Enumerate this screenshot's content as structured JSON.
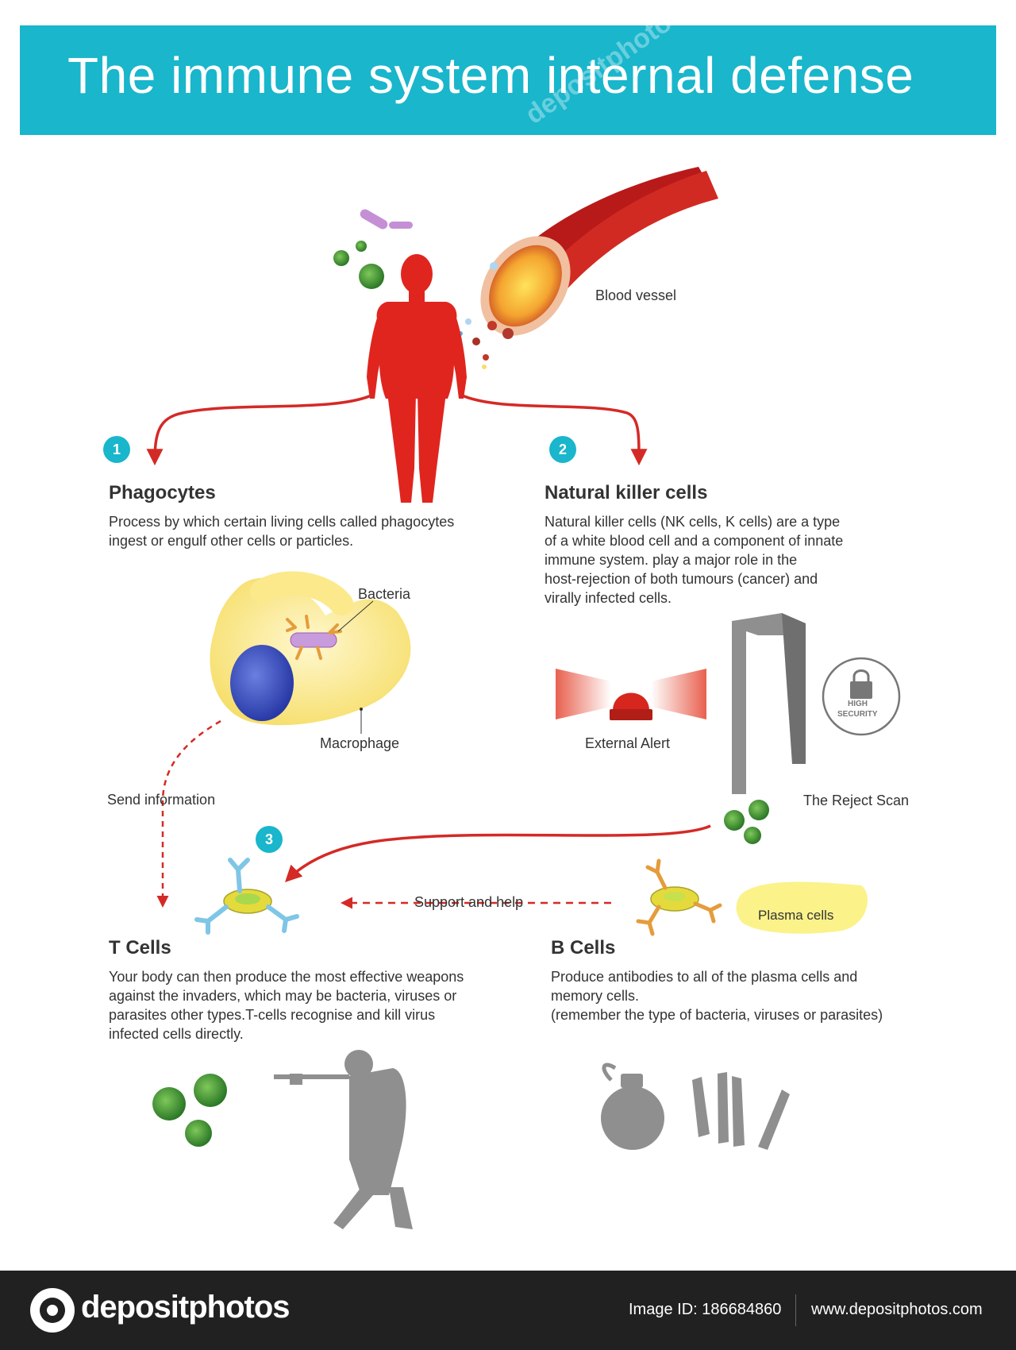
{
  "header": {
    "title": "The immune system internal defense",
    "watermark": "depositphotos"
  },
  "labels": {
    "blood_vessel": "Blood vessel",
    "bacteria": "Bacteria",
    "macrophage": "Macrophage",
    "external_alert": "External Alert",
    "reject_scan": "The Reject Scan",
    "send_information": "Send information",
    "support_help": "Support and help",
    "plasma_cells": "Plasma cells",
    "lock_text_1": "HIGH",
    "lock_text_2": "SECURITY"
  },
  "steps": [
    {
      "number": "1",
      "heading": "Phagocytes",
      "lines": [
        "Process by which certain living cells called phagocytes",
        "ingest or engulf other cells or particles."
      ]
    },
    {
      "number": "2",
      "heading": "Natural killer cells",
      "lines": [
        "Natural killer cells (NK cells, K cells) are a type",
        "of a white blood cell and a component of innate",
        "immune system. play a major role in the",
        "host-rejection of both tumours (cancer) and",
        "virally infected cells."
      ]
    },
    {
      "number": "3",
      "heading": "T Cells",
      "lines": [
        "Your body can then produce the most effective weapons",
        "against the invaders, which may be bacteria, viruses or",
        "parasites other types.T-cells recognise and kill virus",
        "infected cells directly."
      ]
    },
    {
      "number": "",
      "heading": "B Cells",
      "lines": [
        "Produce antibodies to all of the plasma cells and",
        "memory cells.",
        "(remember the type of  bacteria, viruses or parasites)"
      ]
    }
  ],
  "footer": {
    "brand": "depositphotos",
    "image_id": "Image ID: 186684860",
    "website": "www.depositphotos.com"
  },
  "colors": {
    "accent": "#19b6cc",
    "arrow_red": "#d42a26",
    "body_red": "#e0251f",
    "virus_green": "#2e8b2e",
    "silhouette_gray": "#8f8f8f",
    "footer_bg": "#212121"
  }
}
